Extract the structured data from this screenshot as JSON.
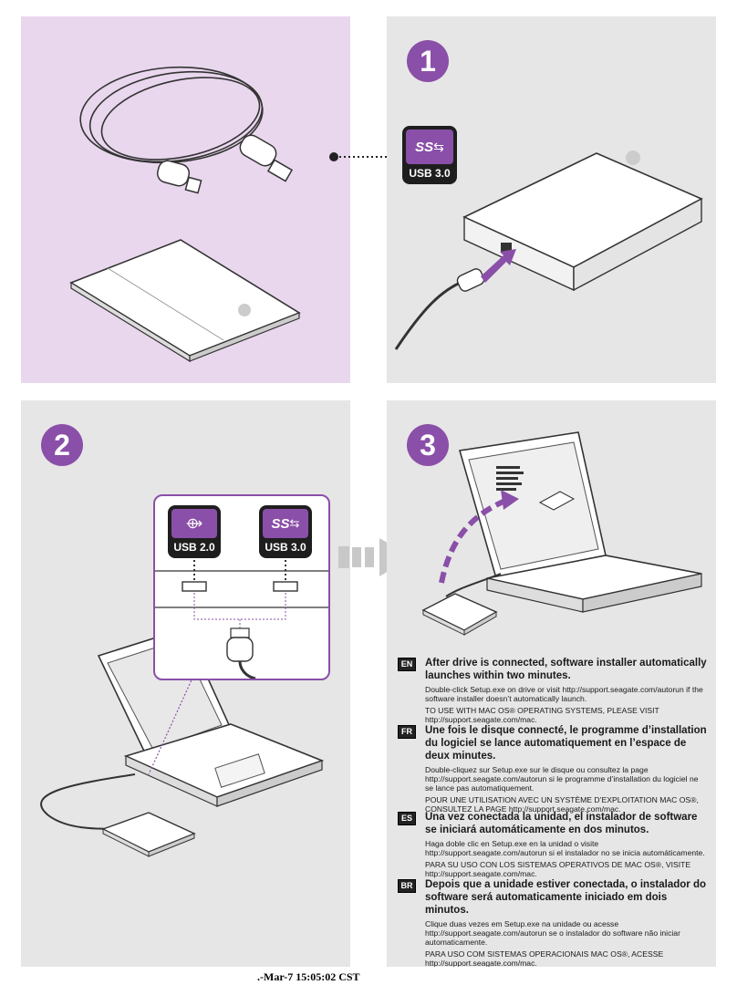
{
  "steps": {
    "one": "1",
    "two": "2",
    "three": "3"
  },
  "badges": {
    "usb3": "USB 3.0",
    "usb2": "USB 2.0",
    "ss": "SS"
  },
  "colors": {
    "purple": "#8a4fa8",
    "lavender": "#e9d7ee",
    "panel_gray": "#e6e6e6"
  },
  "languages": [
    {
      "code": "EN",
      "heading": "After drive is connected, software installer automatically launches within two minutes.",
      "body": "Double-click Setup.exe on drive or visit http://support.seagate.com/autorun if the software installer doesn’t automatically launch.",
      "mac": "TO USE WITH MAC OS® OPERATING SYSTEMS, PLEASE VISIT http://support.seagate.com/mac."
    },
    {
      "code": "FR",
      "heading": "Une fois le disque connecté, le programme d’installation du logiciel se lance automatiquement en l’espace de deux minutes.",
      "body": "Double-cliquez sur Setup.exe sur le disque ou consultez la page http://support.seagate.com/autorun si le programme d’installation du logiciel ne se lance pas automatiquement.",
      "mac": "POUR UNE UTILISATION AVEC UN SYSTÈME D’EXPLOITATION MAC OS®, CONSULTEZ LA PAGE http://support.seagate.com/mac."
    },
    {
      "code": "ES",
      "heading": "Una vez conectada la unidad, el instalador de software se iniciará automáticamente en dos minutos.",
      "body": "Haga doble clic en Setup.exe en la unidad o visite http://support.seagate.com/autorun si el instalador no se inicia automáticamente.",
      "mac": "PARA SU USO CON LOS SISTEMAS OPERATIVOS DE MAC OS®, VISITE http://support.seagate.com/mac."
    },
    {
      "code": "BR",
      "heading": "Depois que a unidade estiver conectada, o instalador do software será automaticamente iniciado em dois minutos.",
      "body": "Clique duas vezes em Setup.exe na unidade ou acesse http://support.seagate.com/autorun se o instalador do software não iniciar automaticamente.",
      "mac": "PARA USO COM SISTEMAS OPERACIONAIS MAC OS®, ACESSE http://support.seagate.com/mac."
    }
  ],
  "footer": {
    "timestamp": ".-Mar-7 15:05:02 CST"
  }
}
